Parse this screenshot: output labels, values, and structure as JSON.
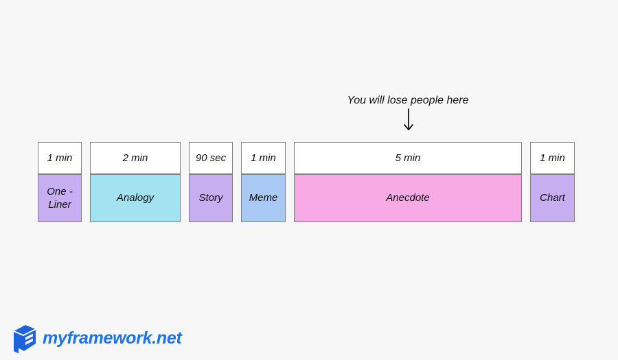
{
  "annotation": {
    "text": "You will lose people here",
    "arrow_icon": "down-arrow"
  },
  "timeline": {
    "blocks": [
      {
        "duration": "1 min",
        "label": "One - Liner",
        "color": "#c6aef0"
      },
      {
        "duration": "2 min",
        "label": "Analogy",
        "color": "#a3e2f0"
      },
      {
        "duration": "90 sec",
        "label": "Story",
        "color": "#c6aef0"
      },
      {
        "duration": "1 min",
        "label": "Meme",
        "color": "#a8caf4"
      },
      {
        "duration": "5 min",
        "label": "Anecdote",
        "color": "#f8aae6"
      },
      {
        "duration": "1 min",
        "label": "Chart",
        "color": "#c6aef0"
      }
    ],
    "border_color": "#7f7f7f",
    "header_background": "#ffffff"
  },
  "footer": {
    "brand": "myframework.net",
    "brand_color": "#1b72e9",
    "logo_icon": "isometric-cube",
    "logo_color": "#1e63dd"
  },
  "page": {
    "background": "#f7f7f7"
  }
}
